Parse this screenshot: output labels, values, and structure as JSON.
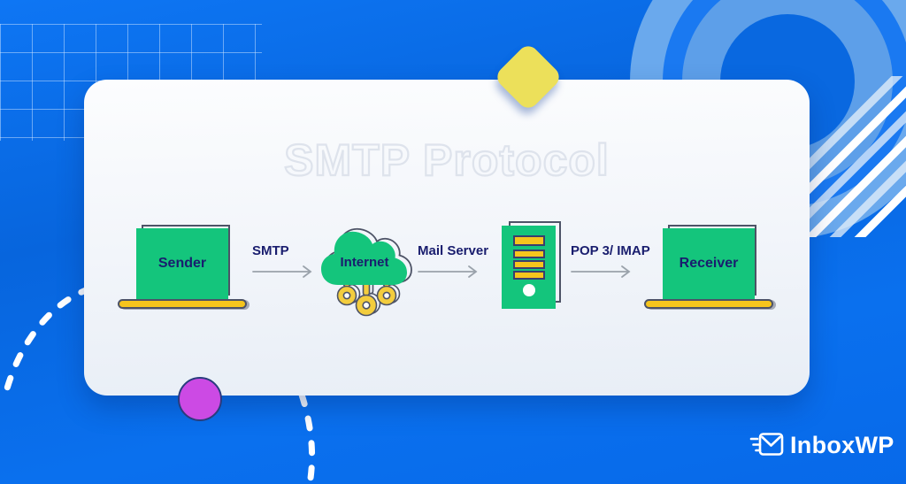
{
  "title": "SMTP Protocol",
  "flow": {
    "nodes": [
      {
        "id": "sender",
        "type": "laptop",
        "icon": "laptop-icon",
        "label": "Sender"
      },
      {
        "id": "internet",
        "type": "cloud",
        "icon": "cloud-with-keys-icon",
        "label": "Internet"
      },
      {
        "id": "mail-server",
        "type": "server-tower",
        "icon": "server-tower-icon"
      },
      {
        "id": "receiver",
        "type": "laptop",
        "icon": "laptop-icon",
        "label": "Receiver"
      }
    ],
    "edges": [
      {
        "from": "sender",
        "to": "internet",
        "label": "SMTP"
      },
      {
        "from": "internet",
        "to": "mail-server",
        "label": "Mail Server"
      },
      {
        "from": "mail-server",
        "to": "receiver",
        "label": "POP 3/ IMAP"
      }
    ]
  },
  "branding": {
    "logo_text": "InboxWP",
    "logo_icon": "envelope-speed-icon"
  },
  "decorations": [
    "grid-pattern",
    "concentric-rings",
    "diagonal-stripes",
    "dashed-curves",
    "yellow-diamond",
    "magenta-circle"
  ],
  "colors": {
    "background_blue": "#0a6ef0",
    "card_background": "#f4f7fb",
    "green": "#14c57c",
    "yellow": "#f6c51d",
    "key_yellow": "#f3cd3e",
    "navy_text": "#191d6e",
    "arrow_gray": "#9aa2ab",
    "outline_gray": "#4d5366",
    "magenta": "#cc4ae4",
    "diamond_yellow": "#ece05a",
    "watermark_gray": "#dee3ec",
    "logo_white": "#ffffff"
  }
}
